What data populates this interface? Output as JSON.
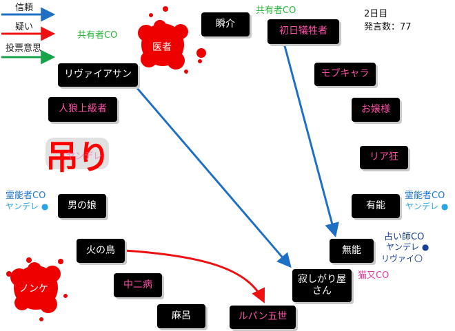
{
  "legend": {
    "trust": "信頼",
    "doubt": "疑い",
    "vote": "投票意思",
    "colors": {
      "trust": "#1f6fc5",
      "doubt": "#ee1111",
      "vote": "#16a34a"
    }
  },
  "status": {
    "day": "2日目",
    "post_count": "発言数：77"
  },
  "nodes": {
    "shunsuke": "瞬介",
    "first_victim": "初日犠牲者",
    "rivaia": "リヴァイアサン",
    "mobchara": "モブキャラ",
    "jinro": "人狼上級者",
    "ojousama": "お嬢様",
    "riakyo": "リア狂",
    "hanged": "ヤンデレ",
    "otokonoko": "男の娘",
    "yuno": "有能",
    "hinotori": "火の鳥",
    "muno": "無能",
    "chunibyo": "中二病",
    "sabishi": "寂しがり屋さん",
    "maro": "麻呂",
    "lupin": "ルパン五世"
  },
  "tags": {
    "kyoyu_co_1": "共有者CO",
    "kyoyu_co_2": "共有者CO",
    "reino_co_left": "霊能者CO",
    "reino_left_sub": "ヤンデレ ●",
    "reino_co_right": "霊能者CO",
    "reino_right_sub": "ヤンデレ ●",
    "uranai_co": "占い師CO",
    "uranai_res1": "ヤンデレ ●",
    "uranai_res2": "リヴァイ〇",
    "nekomata_co": "猫又CO"
  },
  "deaths": {
    "doctor": "医者",
    "nonke": "ノンケ",
    "hang_mark": "吊り"
  }
}
